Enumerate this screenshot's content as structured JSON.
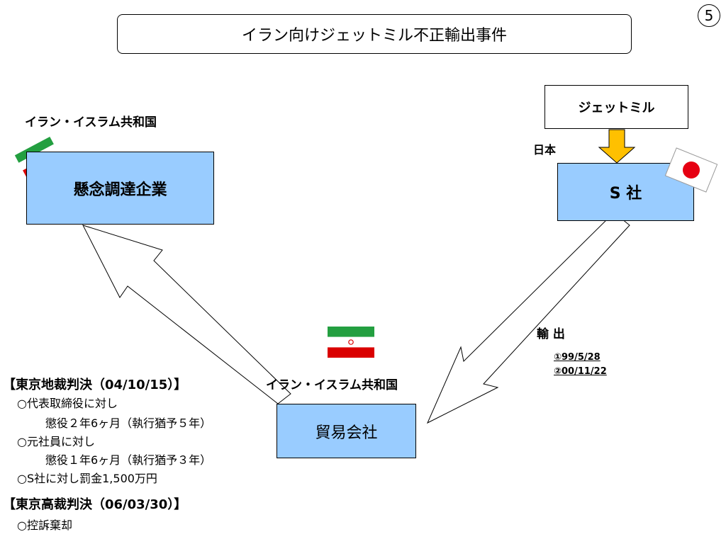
{
  "page_number": "5",
  "title": "イラン向けジェットミル不正輸出事件",
  "iran_label_top": "イラン・イスラム共和国",
  "concern_company": "懸念調達企業",
  "jetmill_label": "ジェットミル",
  "japan_label": "日本",
  "s_company": "S 社",
  "export_label": "輸 出",
  "export_dates": [
    "①99/5/28",
    "②00/11/22"
  ],
  "iran_label_bottom": "イラン・イスラム共和国",
  "trading_company": "貿易会社",
  "verdicts": {
    "district_heading": "【東京地裁判決（04/10/15）】",
    "district_items": [
      "○代表取締役に対し",
      "懲役２年6ヶ月（執行猶予５年）",
      "○元社員に対し",
      "懲役１年6ヶ月（執行猶予３年）",
      "○S社に対し罰金1,500万円"
    ],
    "high_heading": "【東京高裁判決（06/03/30）】",
    "high_items": [
      "○控訴棄却"
    ]
  },
  "colors": {
    "box_fill": "#99ccff",
    "down_arrow": "#ffc000",
    "iran_green": "#239f40",
    "iran_red": "#da0000",
    "japan_red": "#e60012"
  },
  "icons": [
    "iran-flag-icon",
    "japan-flag-icon"
  ]
}
